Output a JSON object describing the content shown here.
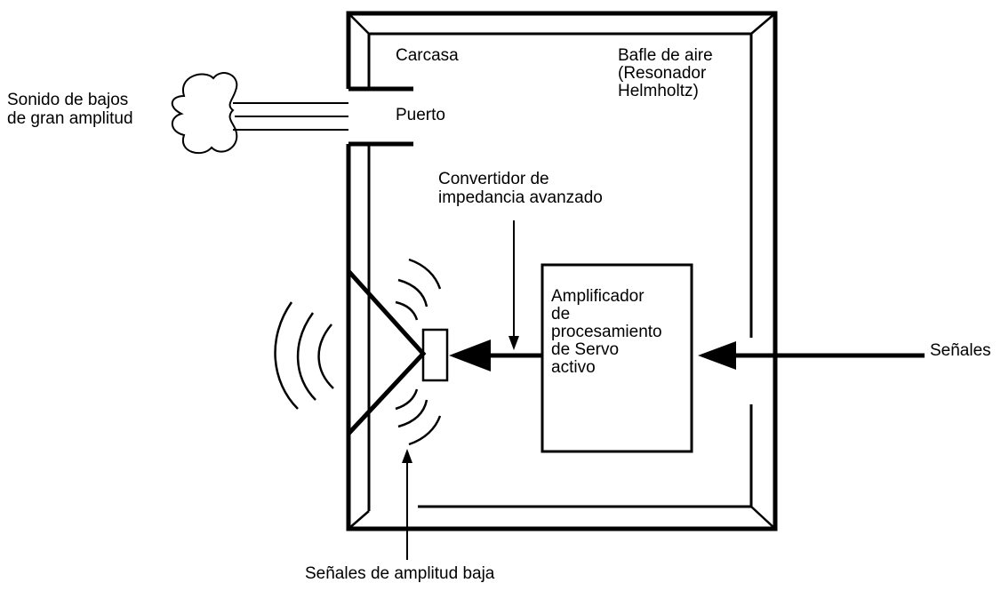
{
  "labels": {
    "sound": [
      "Sonido de bajos",
      "de gran amplitud"
    ],
    "housing": "Carcasa",
    "baffle": [
      "Bafle de aire",
      "(Resonador",
      "Helmholtz)"
    ],
    "port": "Puerto",
    "converter": [
      "Convertidor de",
      "impedancia avanzado"
    ],
    "amplifier": [
      "Amplificador",
      "de",
      "procesamiento",
      "de Servo",
      "activo"
    ],
    "signals": "Señales",
    "low_signals": "Señales de amplitud baja"
  },
  "colors": {
    "ink": "#000000",
    "background": "#ffffff"
  }
}
